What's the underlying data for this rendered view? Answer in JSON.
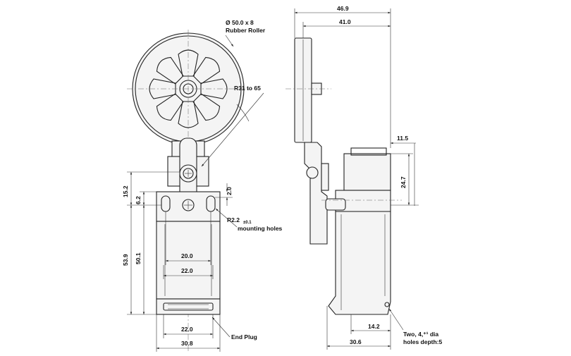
{
  "front_view": {
    "roller_note_line1": "Ø  50.0   x 8",
    "roller_note_line2": "Rubber Roller",
    "radius_note": "R31 to 65",
    "dim_15_2": "15.2",
    "dim_6_2": "6.2",
    "dim_2_0": "2.0",
    "hole_note_r": "R2.2",
    "hole_note_tol": "±0.1",
    "hole_note_text": "mounting holes",
    "dim_53_9": "53.9",
    "dim_50_1": "50.1",
    "dim_20_0": "20.0",
    "dim_22_0_upper": "22.0",
    "dim_22_0_lower": "22.0",
    "dim_30_8": "30.8",
    "end_plug_label": "End Plug"
  },
  "side_view": {
    "dim_46_9": "46.9",
    "dim_41_0": "41.0",
    "dim_11_5": "11.5",
    "dim_24_7": "24.7",
    "dim_14_2": "14.2",
    "dim_30_6": "30.6",
    "holes_note_line1": "Two, 4,⁺¹ dia",
    "holes_note_line2": "holes depth:5"
  }
}
